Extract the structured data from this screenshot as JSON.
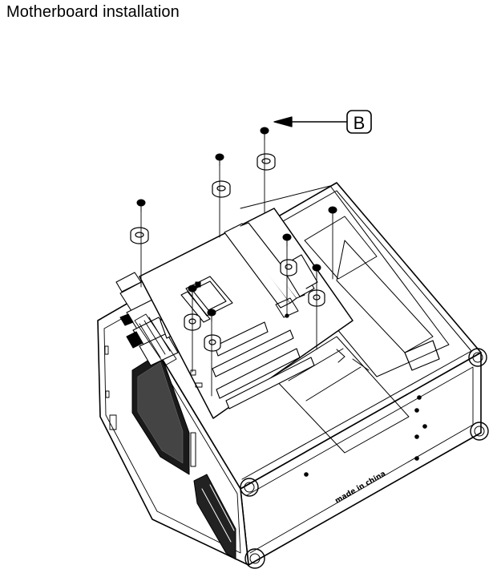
{
  "header": {
    "title": "Motherboard installation"
  },
  "callout": {
    "label": "B"
  },
  "case": {
    "emboss_text": "made in china"
  }
}
